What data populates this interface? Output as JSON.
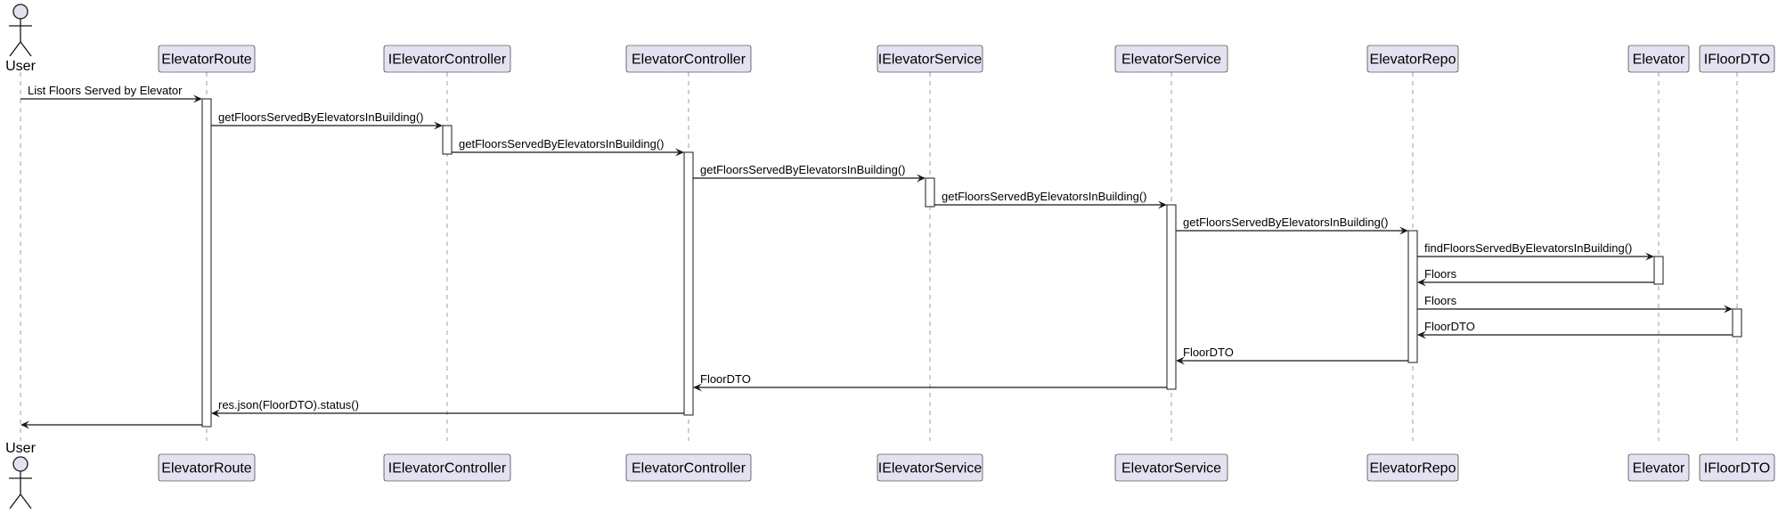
{
  "participants": [
    {
      "id": "User",
      "label": "User",
      "kind": "actor"
    },
    {
      "id": "ElevatorRoute",
      "label": "ElevatorRoute",
      "kind": "participant"
    },
    {
      "id": "IElevatorController",
      "label": "IElevatorController",
      "kind": "participant"
    },
    {
      "id": "ElevatorController",
      "label": "ElevatorController",
      "kind": "participant"
    },
    {
      "id": "IElevatorService",
      "label": "IElevatorService",
      "kind": "participant"
    },
    {
      "id": "ElevatorService",
      "label": "ElevatorService",
      "kind": "participant"
    },
    {
      "id": "ElevatorRepo",
      "label": "ElevatorRepo",
      "kind": "participant"
    },
    {
      "id": "Elevator",
      "label": "Elevator",
      "kind": "participant"
    },
    {
      "id": "IFloorDTO",
      "label": "IFloorDTO",
      "kind": "participant"
    }
  ],
  "messages": [
    {
      "from": "User",
      "to": "ElevatorRoute",
      "label": "List Floors Served by Elevator"
    },
    {
      "from": "ElevatorRoute",
      "to": "IElevatorController",
      "label": "getFloorsServedByElevatorsInBuilding()"
    },
    {
      "from": "IElevatorController",
      "to": "ElevatorController",
      "label": "getFloorsServedByElevatorsInBuilding()"
    },
    {
      "from": "ElevatorController",
      "to": "IElevatorService",
      "label": "getFloorsServedByElevatorsInBuilding()"
    },
    {
      "from": "IElevatorService",
      "to": "ElevatorService",
      "label": "getFloorsServedByElevatorsInBuilding()"
    },
    {
      "from": "ElevatorService",
      "to": "ElevatorRepo",
      "label": "getFloorsServedByElevatorsInBuilding()"
    },
    {
      "from": "ElevatorRepo",
      "to": "Elevator",
      "label": "findFloorsServedByElevatorsInBuilding()"
    },
    {
      "from": "Elevator",
      "to": "ElevatorRepo",
      "label": "Floors"
    },
    {
      "from": "ElevatorRepo",
      "to": "IFloorDTO",
      "label": "Floors"
    },
    {
      "from": "IFloorDTO",
      "to": "ElevatorRepo",
      "label": "FloorDTO"
    },
    {
      "from": "ElevatorRepo",
      "to": "ElevatorService",
      "label": "FloorDTO"
    },
    {
      "from": "ElevatorService",
      "to": "ElevatorController",
      "label": "FloorDTO"
    },
    {
      "from": "ElevatorController",
      "to": "ElevatorRoute",
      "label": "res.json(FloorDTO).status()"
    },
    {
      "from": "ElevatorRoute",
      "to": "User",
      "label": ""
    }
  ]
}
